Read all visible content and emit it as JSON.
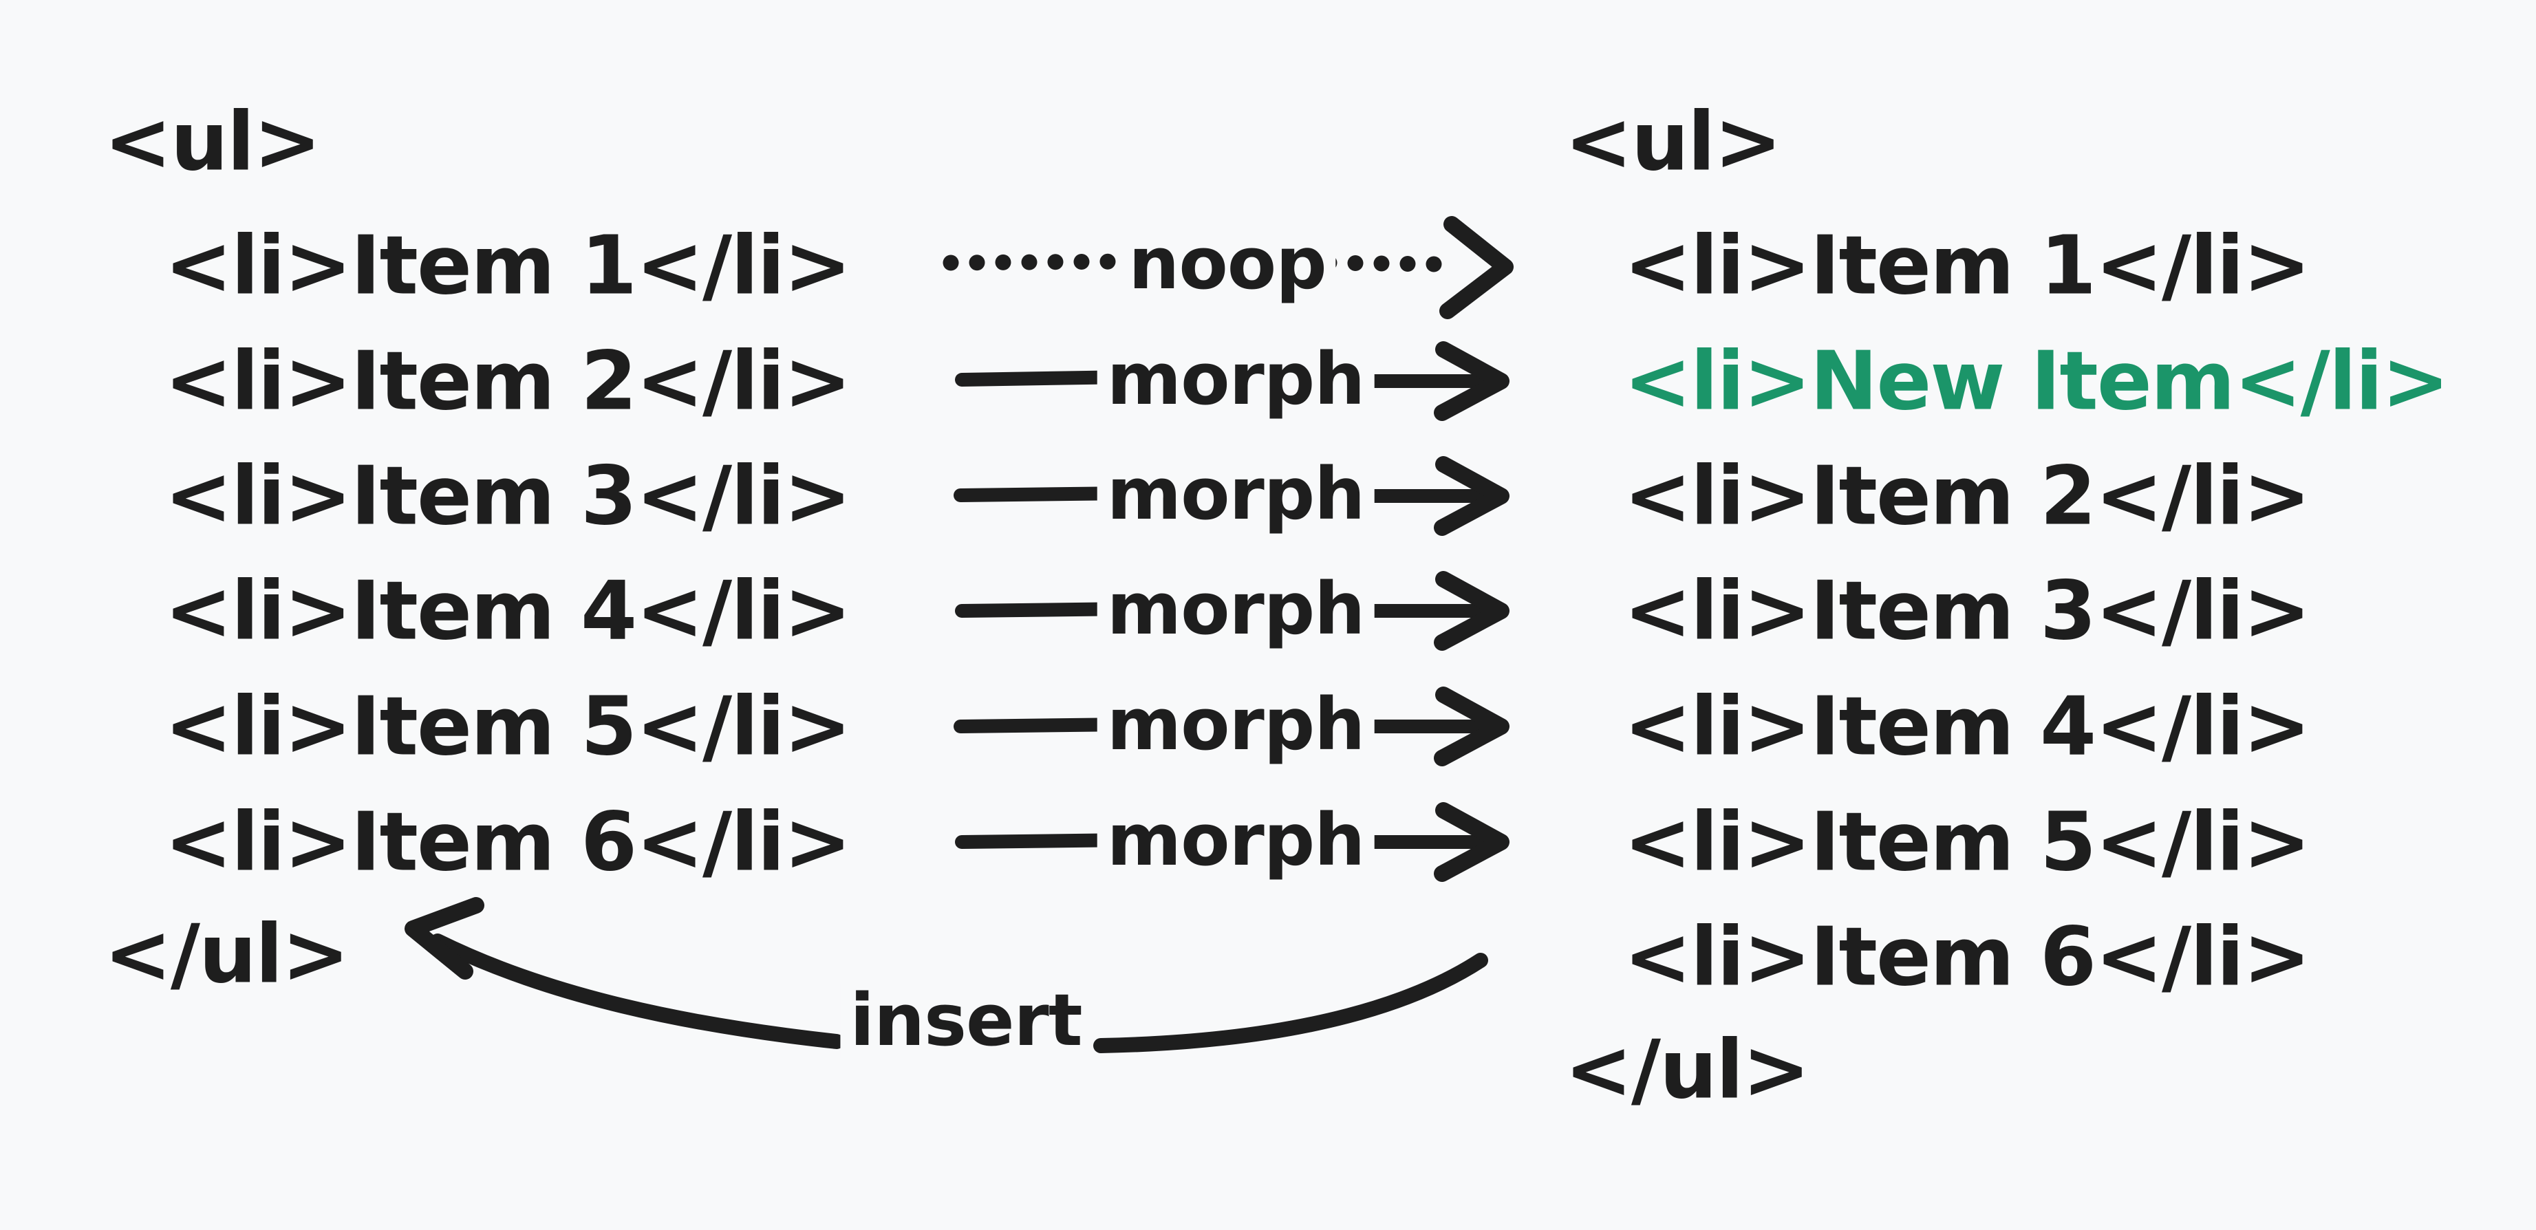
{
  "colors": {
    "background": "#f8f9fa",
    "ink": "#1e1e1e",
    "highlight": "#1b9569"
  },
  "left_tree": {
    "open_tag": "<ul>",
    "items": [
      "<li>Item 1</li>",
      "<li>Item 2</li>",
      "<li>Item 3</li>",
      "<li>Item 4</li>",
      "<li>Item 5</li>",
      "<li>Item 6</li>"
    ],
    "close_tag": "</ul>"
  },
  "right_tree": {
    "open_tag": "<ul>",
    "items": [
      "<li>Item 1</li>",
      "<li>New Item</li>",
      "<li>Item 2</li>",
      "<li>Item 3</li>",
      "<li>Item 4</li>",
      "<li>Item 5</li>",
      "<li>Item 6</li>"
    ],
    "close_tag": "</ul>",
    "inserted_item_index": 1
  },
  "operations": {
    "noop_label": "noop",
    "morph_label": "morph",
    "insert_label": "insert"
  }
}
